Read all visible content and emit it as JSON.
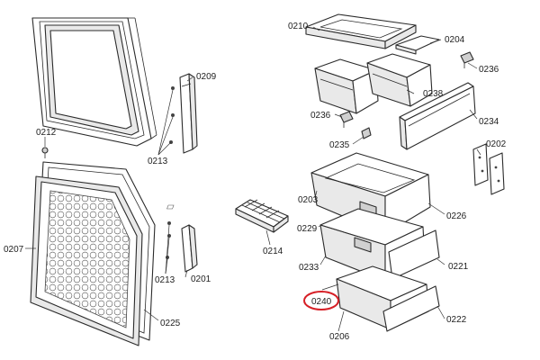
{
  "part_numbers": {
    "p0210": "0210",
    "p0204": "0204",
    "p0236a": "0236",
    "p0238": "0238",
    "p0236b": "0236",
    "p0234": "0234",
    "p0235": "0235",
    "p0202": "0202",
    "p0203": "0203",
    "p0226": "0226",
    "p0229": "0229",
    "p0214": "0214",
    "p0233": "0233",
    "p0221": "0221",
    "p0240": "0240",
    "p0222": "0222",
    "p0206": "0206",
    "p0209": "0209",
    "p0212": "0212",
    "p0213a": "0213",
    "p0213b": "0213",
    "p0207": "0207",
    "p0201": "0201",
    "p0225": "0225"
  },
  "highlight": {
    "part": "0240",
    "color": "#d61f26"
  }
}
